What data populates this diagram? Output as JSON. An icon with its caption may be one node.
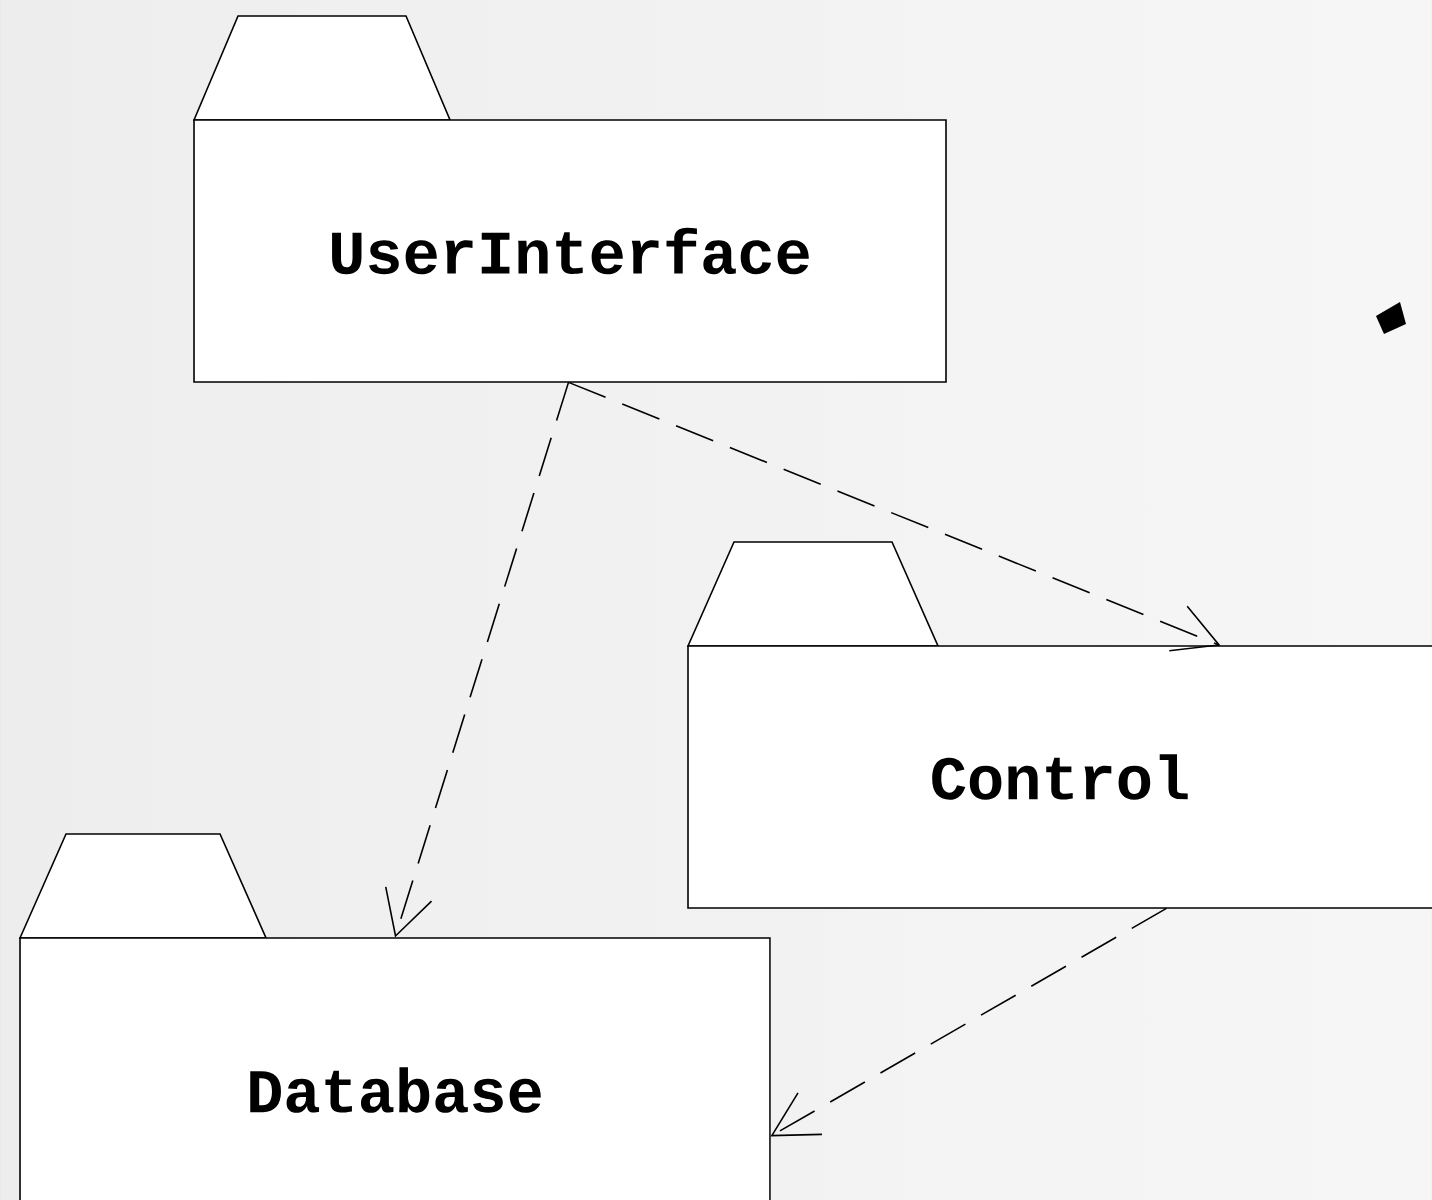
{
  "diagram": {
    "nodes": [
      {
        "text": [
          "UserInterface"
        ]
      },
      {
        "text": [
          "Control"
        ]
      },
      {
        "text": [
          "Database"
        ]
      }
    ],
    "edges": [
      {
        "from": 0,
        "to": 2,
        "arrow": "to",
        "style": "dashed"
      },
      {
        "from": 0,
        "to": 1,
        "arrow": "to",
        "style": "dashed"
      },
      {
        "from": 1,
        "to": 2,
        "arrow": "to",
        "style": "dashed"
      }
    ]
  }
}
